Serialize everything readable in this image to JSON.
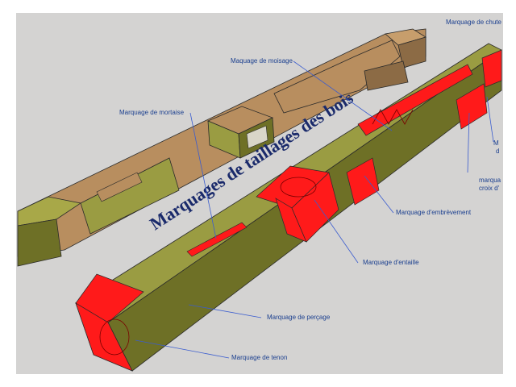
{
  "title": "Marquages de taillages des bois",
  "labels": {
    "chute": "Marquage de chute",
    "moisage": "Maquage de moisage",
    "mortaise": "Marquage de mortaise",
    "embrevement": "Marquage d'embrèvement",
    "entaille": "Marquage d'entaille",
    "percage": "Marquage de perçage",
    "tenon": "Marquage de tenon",
    "croix_line1": "marqua",
    "croix_line2": "croix d'",
    "right_m": "M",
    "right_d": "d"
  },
  "colors": {
    "background": "#d4d3d2",
    "wood_top": "#9a9c42",
    "wood_side": "#6e7026",
    "wood_end": "#b7b65a",
    "raw_wood": "#b88e5f",
    "marking_red": "#ff1a1a",
    "label_blue": "#1b3f8f",
    "leader_line": "#3a5ccf",
    "title_navy": "#1a2a6b"
  }
}
